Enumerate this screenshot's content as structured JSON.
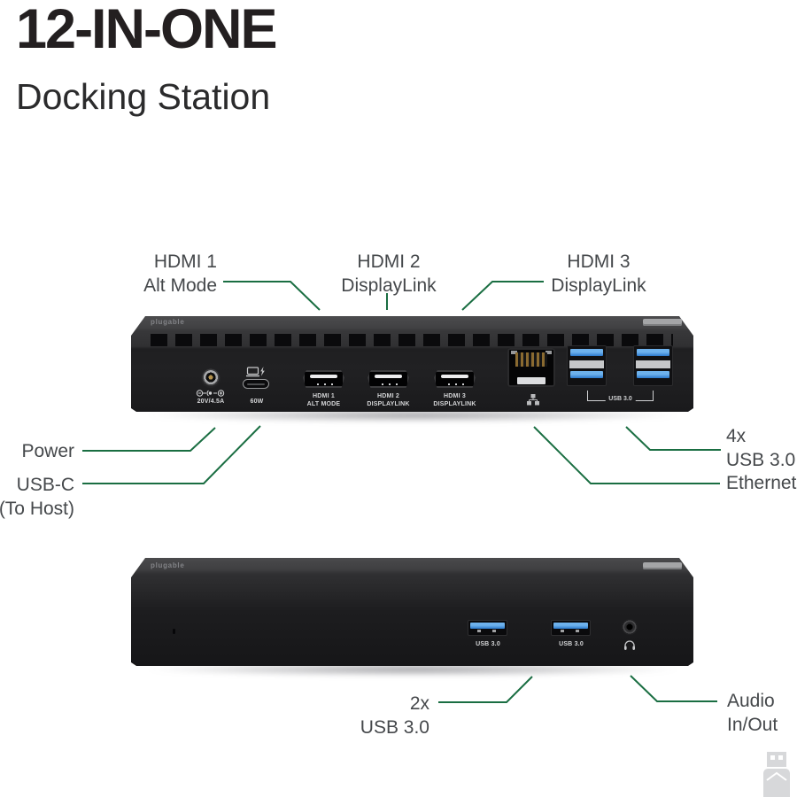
{
  "header": {
    "title": "12-IN-ONE",
    "subtitle": "Docking Station"
  },
  "colors": {
    "background": "#ffffff",
    "title_text": "#231f20",
    "annotation_text": "#45484b",
    "leader_line_green": "#1a6e42",
    "device_body": "#1b1b1d",
    "usb_tab_blue": "#2f86d6",
    "port_label_text": "#d4d5d7",
    "watermark_gray": "#d7d8da"
  },
  "annotations": {
    "hdmi1": {
      "line1": "HDMI 1",
      "line2": "Alt Mode"
    },
    "hdmi2": {
      "line1": "HDMI 2",
      "line2": "DisplayLink"
    },
    "hdmi3": {
      "line1": "HDMI 3",
      "line2": "DisplayLink"
    },
    "power": {
      "line1": "Power"
    },
    "usb_c": {
      "line1": "USB-C",
      "line2": "(To Host)"
    },
    "usb_4x": {
      "line1": "4x",
      "line2": "USB 3.0"
    },
    "ethernet": {
      "line1": "Ethernet"
    },
    "usb_2x": {
      "line1": "2x",
      "line2": "USB 3.0"
    },
    "audio": {
      "line1": "Audio",
      "line2": "In/Out"
    }
  },
  "rear_device": {
    "brand": "plugable",
    "power_rating": "20V/4.5A",
    "usbc_wattage": "60W",
    "hdmi1": {
      "line1": "HDMI 1",
      "line2": "ALT MODE"
    },
    "hdmi2": {
      "line1": "HDMI 2",
      "line2": "DISPLAYLINK"
    },
    "hdmi3": {
      "line1": "HDMI 3",
      "line2": "DISPLAYLINK"
    },
    "usb_group_label": "USB 3.0"
  },
  "front_device": {
    "brand": "plugable",
    "usb1_label": "USB 3.0",
    "usb2_label": "USB 3.0"
  },
  "icons": {
    "power_polarity": "center-positive-polarity-icon",
    "usbc_host": "laptop-lightning-icon",
    "ethernet": "network-nodes-icon",
    "audio": "headphones-icon",
    "watermark": "usb-plug-icon"
  }
}
